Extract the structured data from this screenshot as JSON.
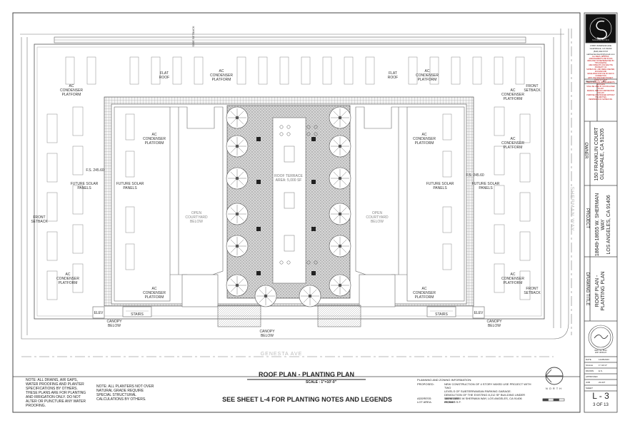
{
  "drawing": {
    "title": "ROOF PLAN - PLANTING PLAN",
    "scale": "SCALE : 1\"=10'-0\"",
    "see_sheet": "SEE SHEET L-4 FOR PLANTING NOTES AND LEGENDS",
    "street_bottom": "GENESTA AVE",
    "street_right": "SHERMAN WAY",
    "setback_top": "SIDE SETBACK",
    "flat_roof": "FLAT ROOF",
    "ac_condenser": "AC CONDENSER PLATFORM",
    "future_solar": "FUTURE SOLAR PANELS",
    "fs_elev": "F.S. 245.60",
    "open_courtyard": "OPEN COURTYARD BELOW",
    "roof_terrace": "ROOF TERRACE\nAREA: 5,000 SF",
    "front_setback": "FRONT SETBACK",
    "stairs": "STAIRS",
    "elev": "ELEV",
    "canopy": "CANOPY BELOW",
    "north": "NORTH"
  },
  "notes": {
    "drains": "NOTE: ALL DRAINS, AIR GAPS,\nWATER PROOFING AND PLANTER\nSPECIFICATIONS BY OTHERS.\nTHESE PLANS ARE FOR PLANTING\nAND IRRIGATION ONLY. DO NOT\nALTER OR PUNCTURE ANY WATER\nPROOFING.",
    "planters": "NOTE: ALL PLANTERS NOT OVER\nNATURAL GRADE REQUIRE\nSPECIAL STRUCTURAL\nCALCULATIONS BY OTHERS."
  },
  "zoning": {
    "heading": "PLANNING AND ZONING INFORMATION:",
    "proposed_label": "PROPOSED:",
    "proposed_value": "NEW CONSTRUCTION OF 4 STORY MIXED USE PROJECT WITH TWO\nLEVELS OF SUBTERRANEAN PARKING GARAGE.\nDEMOLITION OF THE EXISTING 8,212 SF BUILDING UNDER SEPARATE\nPERMIT",
    "address_label": "ADDRESS:",
    "address_value": "18649-18655 W SHERMAN WAY, LOS ANGELES, CA 91406",
    "lot_label": "LOT AREA:",
    "lot_value": "49,333.5 S.F."
  },
  "title_block": {
    "firm_address": "17887 WINDSOR AVE\nGLENDALE, CA 91203\n(818) 482-5737\nsahbanlandsarch@gmail.com",
    "firm_notice": "ALL IDEAS, DESIGNS, ARRANGEMENTS AND PLANS\nINDICATED OR REPRESENTED BY THIS DRAWING\nARE OWNED BY AND ARE THE PROPERTY OF\nSAHBAN INC. AND WERE CREATED, EVOLVED AND\nDEVELOPED FOR USE ON AND IN CONNECTION\nWITH THE SPECIFIED PROJECT. NONE OF SUCH\nIDEAS, DESIGNS, ARRANGEMENTS OR PLANS\nSHALL BE USED BY OR DISCLOSED TO ANY\nPERSON, FIRM OR CORPORATION FOR ANY\nPURPOSE WHATSOEVER WITHOUT THE WRITTEN\nPERMISSION OF SAHBAN INC.",
    "revision_label": "REVISION",
    "by_label": "BY",
    "owner_label": "OWNER",
    "owner_value": "150 FRANKLIN COURT\nGLENDALE, CA 91205",
    "project_label": "PROJECT",
    "project_value": "18649-18655 W. SHERMAN WAY\nLOS ANGELES, CA 91406",
    "drawing_title_label": "DRAWING TITLE",
    "drawing_title_value": "ROOF PLAN -\nPLANTING PLAN",
    "stamp_text": "REG. No. 5614\nEXP. 08/31/23",
    "date_label": "DATE",
    "date_value": "11/28/2023",
    "scale_label": "SCALE",
    "scale_value": "1\"=10'-0\"",
    "drawn_label": "DRAWN",
    "drawn_value": "E.S.",
    "approved_label": "APPROVED",
    "job_label": "JOB",
    "job_value": "22-027",
    "sheet_label": "SHEET",
    "sheet_value": "L - 3",
    "sheet_of": "3 OF 13",
    "logo_text": "S A H B A N   I N C"
  },
  "colors": {
    "line": "#444444",
    "light": "#8a8a8a",
    "hatch": "#bbbbbb",
    "tree": "#555555"
  },
  "icons": {
    "north_arrow": "north-arrow-icon",
    "tree": "tree-icon",
    "logo": "sahban-logo-icon",
    "stamp": "license-stamp-icon"
  }
}
